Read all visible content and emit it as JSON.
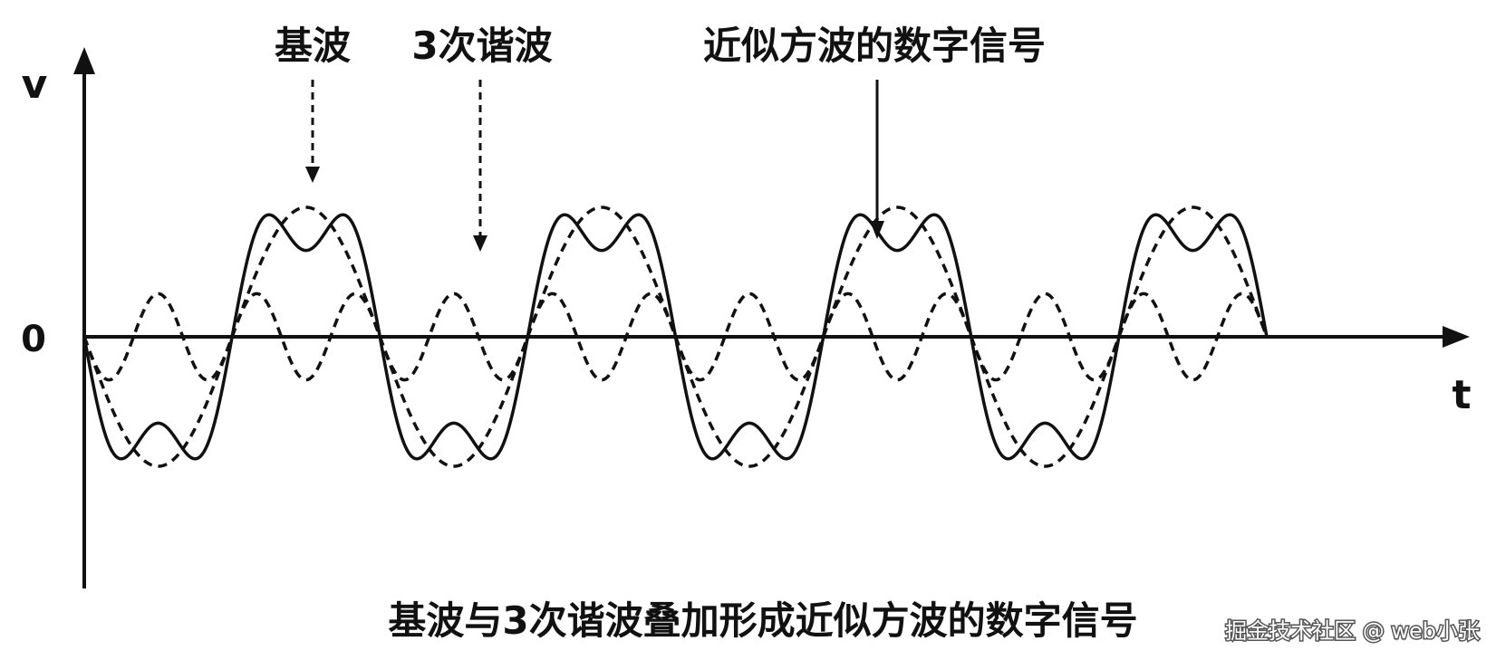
{
  "chart_data": {
    "type": "line",
    "title": "基波与3次谐波叠加形成近似方波的数字信号",
    "xlabel": "t",
    "ylabel": "v",
    "origin_label": "0",
    "cycles": 4,
    "series": [
      {
        "name": "基波",
        "formula": "sin(ωt)",
        "amplitude": 1.0,
        "harmonic": 1,
        "style": "dashed"
      },
      {
        "name": "3次谐波",
        "formula": "sin(3ωt)/3",
        "amplitude": 0.333,
        "harmonic": 3,
        "style": "dashed"
      },
      {
        "name": "近似方波的数字信号",
        "formula": "sin(ωt)+sin(3ωt)/3",
        "style": "solid"
      }
    ],
    "annotations": [
      {
        "text": "基波",
        "points_to": "基波",
        "arrow": "dashed"
      },
      {
        "text": "3次谐波",
        "points_to": "3次谐波",
        "arrow": "dashed"
      },
      {
        "text": "近似方波的数字信号",
        "points_to": "近似方波的数字信号",
        "arrow": "solid"
      }
    ],
    "grid": false,
    "legend": "none"
  },
  "watermark": "掘金技术社区 @ web小张",
  "colors": {
    "line": "#111111",
    "background": "#ffffff",
    "watermark": "#ffffff"
  }
}
